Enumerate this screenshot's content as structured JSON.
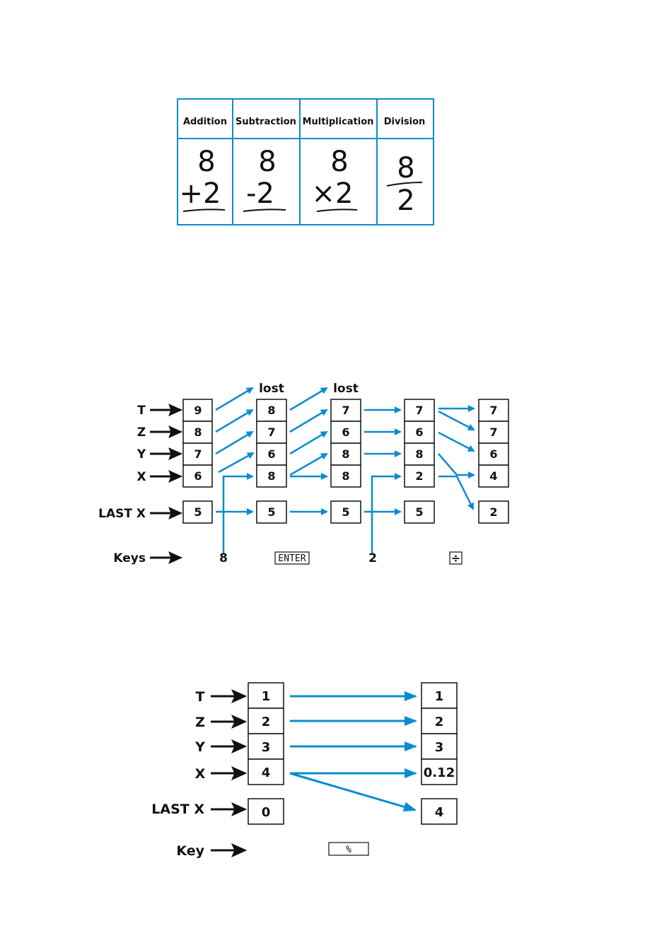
{
  "table": {
    "headers": [
      "Addition",
      "Subtraction",
      "Multiplication",
      "Division"
    ],
    "top": [
      "8",
      "8",
      "8",
      "8"
    ],
    "bottom": [
      "+2",
      "-2",
      "×2",
      "2"
    ]
  },
  "diagram1": {
    "labels": {
      "t": "T",
      "z": "Z",
      "y": "Y",
      "x": "X",
      "lastx": "LAST X",
      "keys": "Keys"
    },
    "lost": [
      "lost",
      "lost"
    ],
    "stacks": [
      [
        "9",
        "8",
        "7",
        "6",
        "5"
      ],
      [
        "8",
        "7",
        "6",
        "8",
        "5"
      ],
      [
        "7",
        "6",
        "8",
        "8",
        "5"
      ],
      [
        "7",
        "6",
        "8",
        "2",
        "5"
      ],
      [
        "7",
        "7",
        "6",
        "4",
        "2"
      ]
    ],
    "keys": [
      "8",
      "ENTER",
      "2",
      "÷"
    ]
  },
  "diagram2": {
    "labels": {
      "t": "T",
      "z": "Z",
      "y": "Y",
      "x": "X",
      "lastx": "LAST X",
      "key": "Key"
    },
    "before": [
      "1",
      "2",
      "3",
      "4",
      "0"
    ],
    "after": [
      "1",
      "2",
      "3",
      "0.12",
      "4"
    ],
    "key": "%"
  },
  "colors": {
    "accent": "#0a8cd0",
    "ink": "#111111"
  }
}
